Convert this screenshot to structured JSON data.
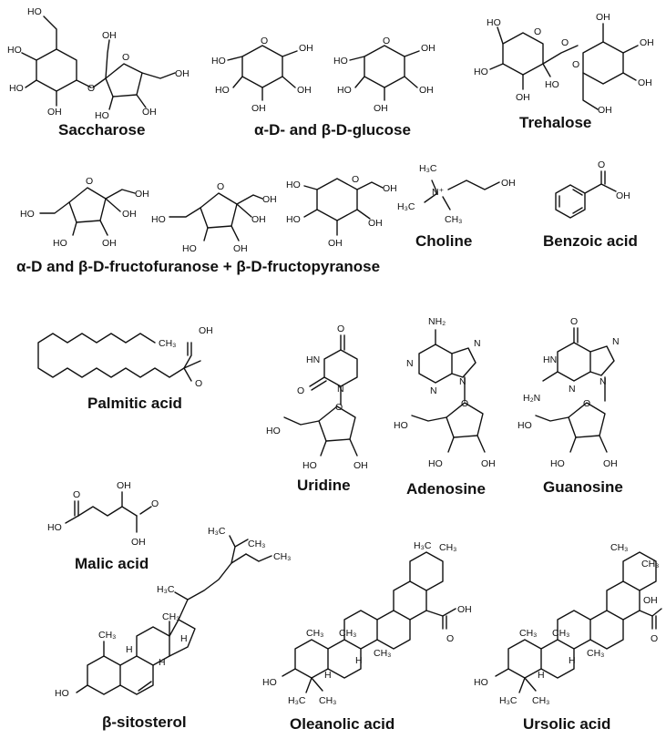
{
  "figure": {
    "compounds": [
      {
        "id": "saccharose",
        "label": "Saccharose"
      },
      {
        "id": "glucose",
        "label": "α-D- and β-D-glucose"
      },
      {
        "id": "trehalose",
        "label": "Trehalose"
      },
      {
        "id": "fructose",
        "label": "α-D and β-D-fructofuranose + β-D-fructopyranose"
      },
      {
        "id": "choline",
        "label": "Choline"
      },
      {
        "id": "benzoic",
        "label": "Benzoic acid"
      },
      {
        "id": "palmitic",
        "label": "Palmitic acid"
      },
      {
        "id": "uridine",
        "label": "Uridine"
      },
      {
        "id": "adenosine",
        "label": "Adenosine"
      },
      {
        "id": "guanosine",
        "label": "Guanosine"
      },
      {
        "id": "malic",
        "label": "Malic acid"
      },
      {
        "id": "sitosterol",
        "label": "β-sitosterol"
      },
      {
        "id": "oleanolic",
        "label": "Oleanolic acid"
      },
      {
        "id": "ursolic",
        "label": "Ursolic acid"
      }
    ],
    "atoms": {
      "oh": "OH",
      "ho": "HO",
      "o": "O",
      "nh": "HN",
      "nh2": "NH₂",
      "h2n": "H₂N",
      "n": "N",
      "h": "H",
      "ch3": "CH₃",
      "h3c": "H₃C",
      "nplus": "N⁺"
    }
  }
}
